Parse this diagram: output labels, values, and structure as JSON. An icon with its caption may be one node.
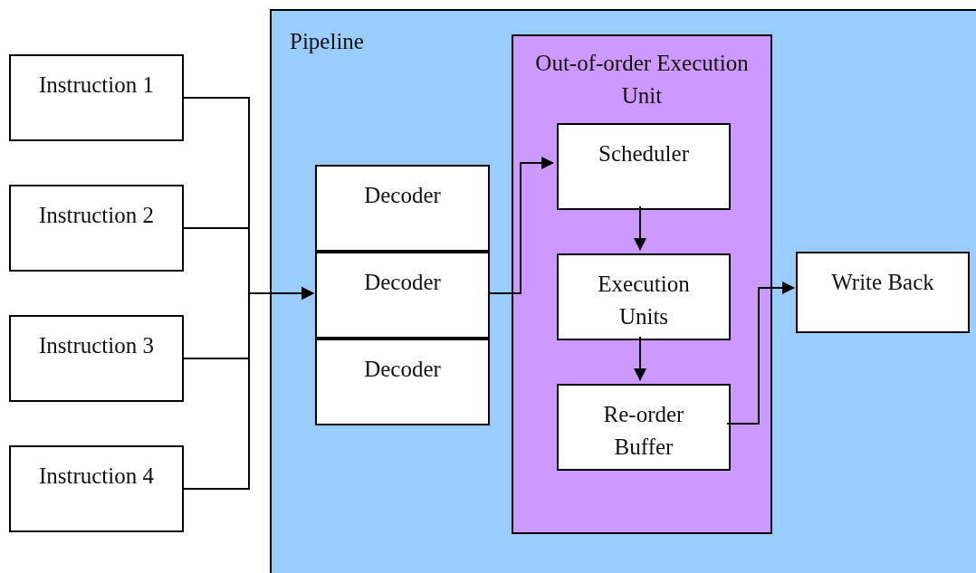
{
  "diagram": {
    "nodes": [
      {
        "text": [
          "Instruction 1"
        ]
      },
      {
        "text": [
          "Instruction 2"
        ]
      },
      {
        "text": [
          "Instruction 3"
        ]
      },
      {
        "text": [
          "Instruction 4"
        ]
      },
      {
        "text": [
          "Pipeline"
        ]
      },
      {
        "text": [
          "Decoder"
        ],
        "in": 4
      },
      {
        "text": [
          "Decoder"
        ],
        "in": 4
      },
      {
        "text": [
          "Decoder"
        ],
        "in": 4
      },
      {
        "text": [
          "Out-of-order Execution Unit"
        ],
        "in": 4
      },
      {
        "text": [
          "Scheduler"
        ],
        "in": 8
      },
      {
        "text": [
          "Execution Units"
        ],
        "in": 8
      },
      {
        "text": [
          "Re-order Buffer"
        ],
        "in": 8
      },
      {
        "text": [
          "Write Back"
        ],
        "in": 4
      }
    ],
    "edges": [
      {
        "from": 0,
        "to": 6,
        "arrow": "to"
      },
      {
        "from": 1,
        "to": 6,
        "arrow": "to"
      },
      {
        "from": 2,
        "to": 6,
        "arrow": "to"
      },
      {
        "from": 3,
        "to": 6,
        "arrow": "to"
      },
      {
        "from": 6,
        "to": 9,
        "arrow": "to"
      },
      {
        "from": 9,
        "to": 10,
        "arrow": "to"
      },
      {
        "from": 10,
        "to": 11,
        "arrow": "to"
      },
      {
        "from": 11,
        "to": 12,
        "arrow": "to"
      }
    ]
  }
}
